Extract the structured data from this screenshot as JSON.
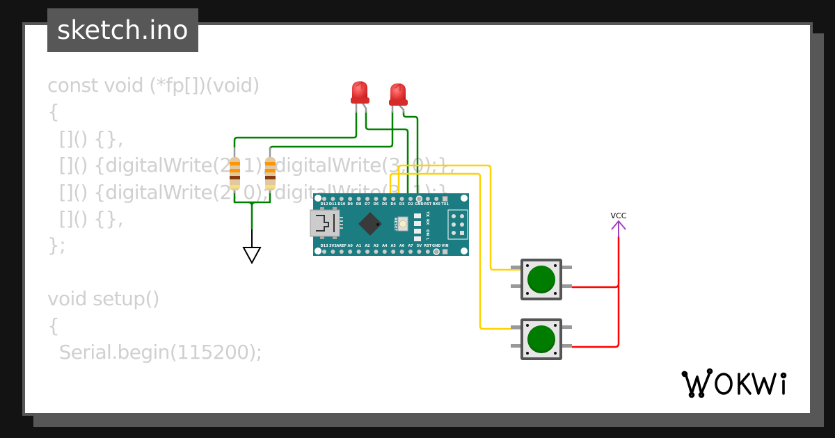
{
  "file_tab": {
    "name": "sketch.ino"
  },
  "code": {
    "lines": [
      "const void (*fp[])(void)",
      "{",
      "  []() {},",
      "  []() {digitalWrite(2, 1); digitalWrite(3, 0);},",
      "  []() {digitalWrite(2, 0); digitalWrite(3, 1);},",
      "  []() {},",
      "};",
      "",
      "void setup()",
      "{",
      "  Serial.begin(115200);"
    ]
  },
  "circuit": {
    "board": {
      "name": "Arduino Nano",
      "top_pins": [
        "D12",
        "D11",
        "D10",
        "D9",
        "D8",
        "D7",
        "D6",
        "D5",
        "D4",
        "D3",
        "D2",
        "GND",
        "RST",
        "RX0",
        "TX1"
      ],
      "bottom_pins": [
        "D13",
        "3V3",
        "AREF",
        "A0",
        "A1",
        "A2",
        "A3",
        "A4",
        "A5",
        "A6",
        "A7",
        "5V",
        "RST",
        "GND",
        "VIN"
      ],
      "labels": {
        "reset": "RESET",
        "tx": "TX",
        "rx": "RX",
        "on": "ON",
        "l": "L"
      },
      "color": "#1b7c82"
    },
    "leds": [
      {
        "name": "led1",
        "color": "red"
      },
      {
        "name": "led2",
        "color": "red"
      }
    ],
    "resistors": [
      {
        "name": "r1"
      },
      {
        "name": "r2"
      }
    ],
    "buttons": [
      {
        "name": "btn1",
        "color": "green"
      },
      {
        "name": "btn2",
        "color": "green"
      }
    ],
    "vcc_label": "VCC",
    "ground_symbol": "ground-icon",
    "wire_colors": {
      "led": "#008000",
      "button_signal": "#ffd200",
      "power": "#ff0000",
      "ground": "#000000",
      "vcc": "#a040c0"
    }
  },
  "brand": {
    "logo_text": "WOKWi"
  }
}
